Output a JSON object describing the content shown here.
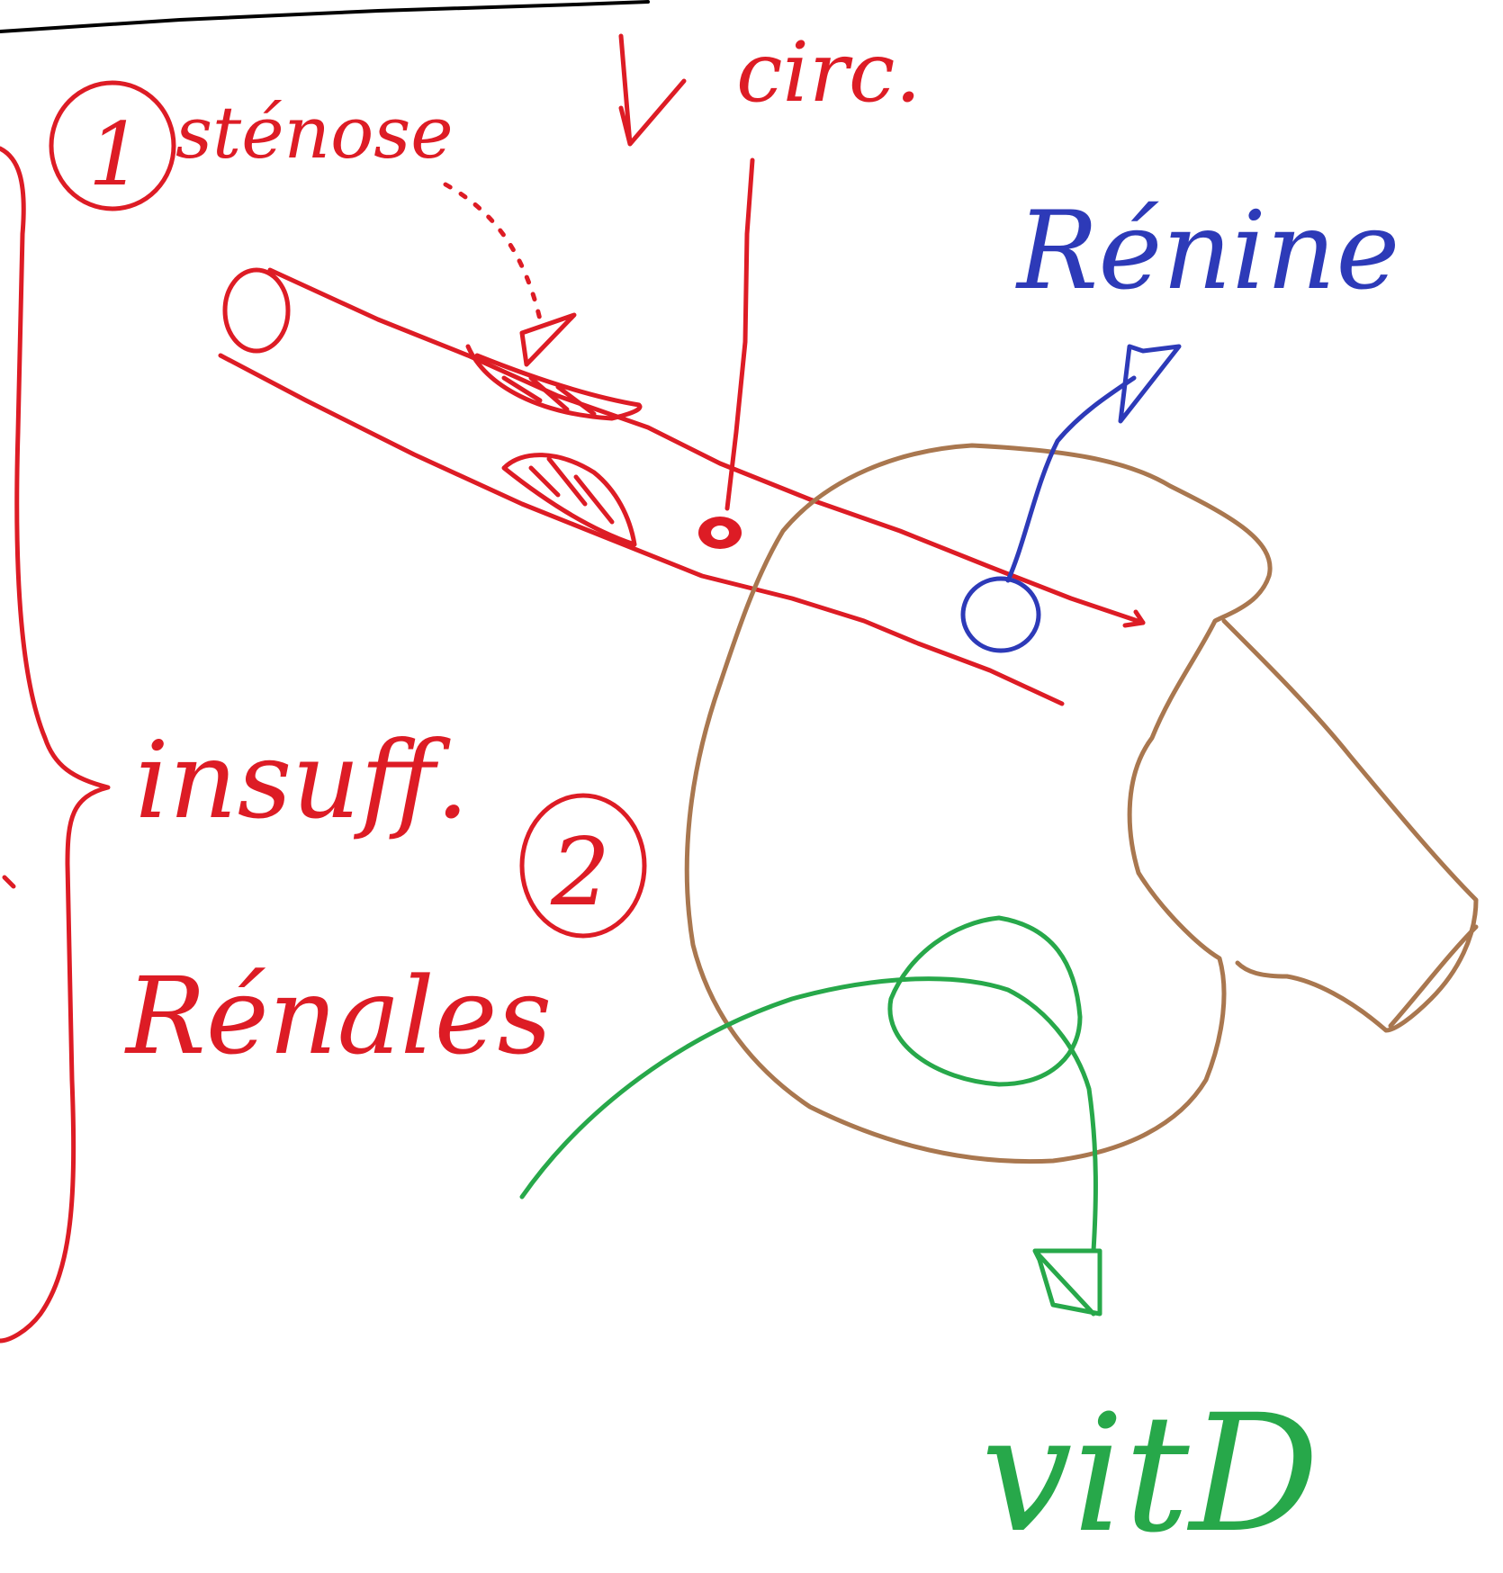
{
  "labels": {
    "stenose_number": "1",
    "stenose": "sténose",
    "circ": "circ.",
    "renine": "Rénine",
    "insuff": "insuff.",
    "insuff_number": "2",
    "renales": "Rénales",
    "vitd": "vitD"
  },
  "colors": {
    "red": "#dd1c25",
    "blue": "#2d3ab8",
    "brown": "#a9774f",
    "green": "#27a84a",
    "background": "#ffffff"
  }
}
